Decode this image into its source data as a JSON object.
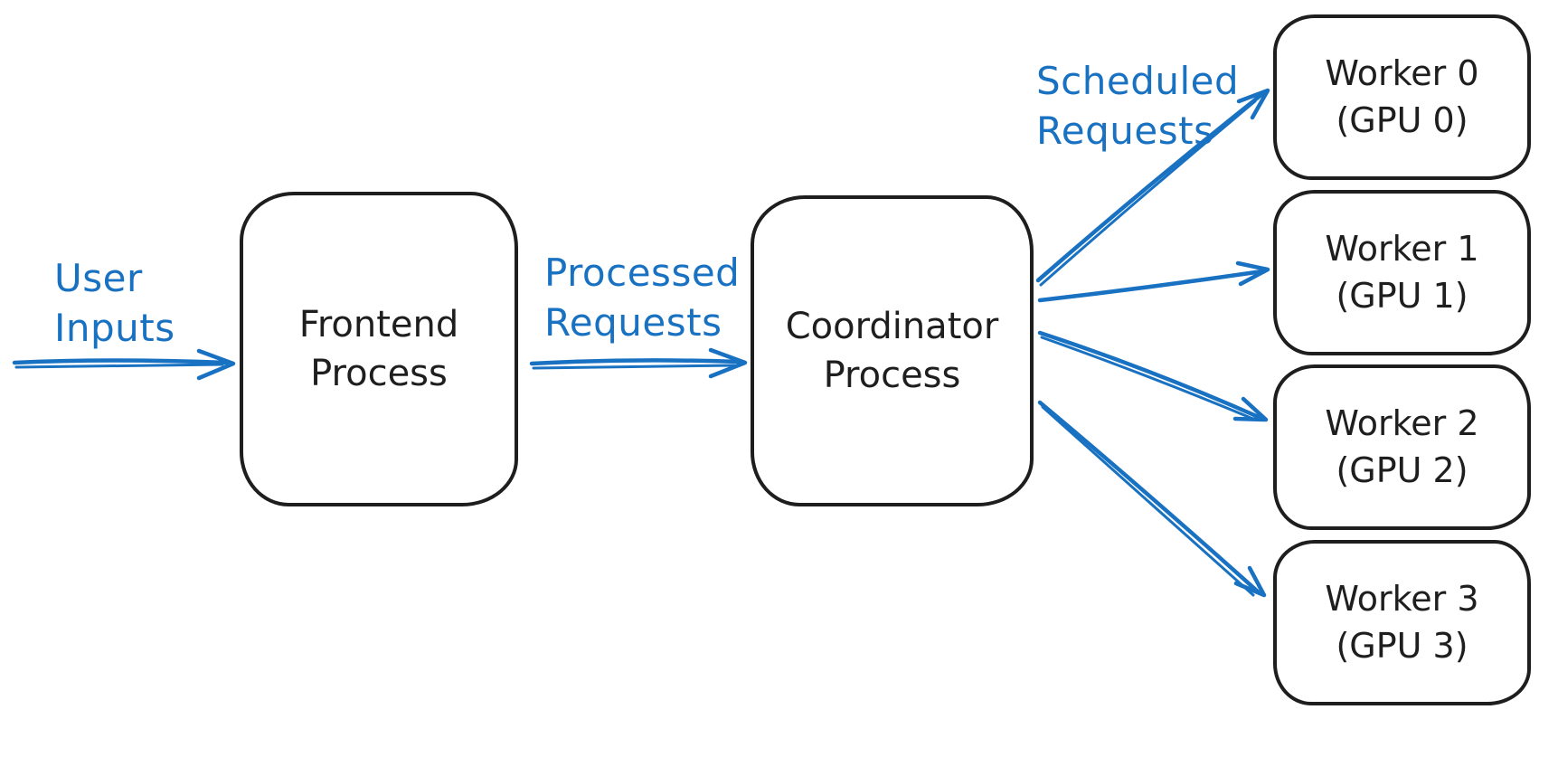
{
  "colors": {
    "accent_blue": "#1971c2",
    "stroke_black": "#1e1e1e",
    "background": "#ffffff"
  },
  "nodes": {
    "frontend": {
      "label_lines": [
        "Frontend",
        "Process"
      ]
    },
    "coordinator": {
      "label_lines": [
        "Coordinator",
        "Process"
      ]
    },
    "workers": [
      {
        "label_lines": [
          "Worker 0",
          "(GPU 0)"
        ]
      },
      {
        "label_lines": [
          "Worker 1",
          "(GPU 1)"
        ]
      },
      {
        "label_lines": [
          "Worker 2",
          "(GPU 2)"
        ]
      },
      {
        "label_lines": [
          "Worker 3",
          "(GPU 3)"
        ]
      }
    ]
  },
  "edge_labels": {
    "user_inputs": {
      "lines": [
        "User",
        "Inputs"
      ]
    },
    "processed_requests": {
      "lines": [
        "Processed",
        "Requests"
      ]
    },
    "scheduled_requests": {
      "lines": [
        "Scheduled",
        "Requests"
      ]
    }
  },
  "edges": [
    {
      "from": "user-input",
      "to": "frontend-process",
      "label": "User Inputs"
    },
    {
      "from": "frontend-process",
      "to": "coordinator-process",
      "label": "Processed Requests"
    },
    {
      "from": "coordinator-process",
      "to": "worker-0",
      "label": "Scheduled Requests"
    },
    {
      "from": "coordinator-process",
      "to": "worker-1",
      "label": "Scheduled Requests"
    },
    {
      "from": "coordinator-process",
      "to": "worker-2",
      "label": "Scheduled Requests"
    },
    {
      "from": "coordinator-process",
      "to": "worker-3",
      "label": "Scheduled Requests"
    }
  ]
}
